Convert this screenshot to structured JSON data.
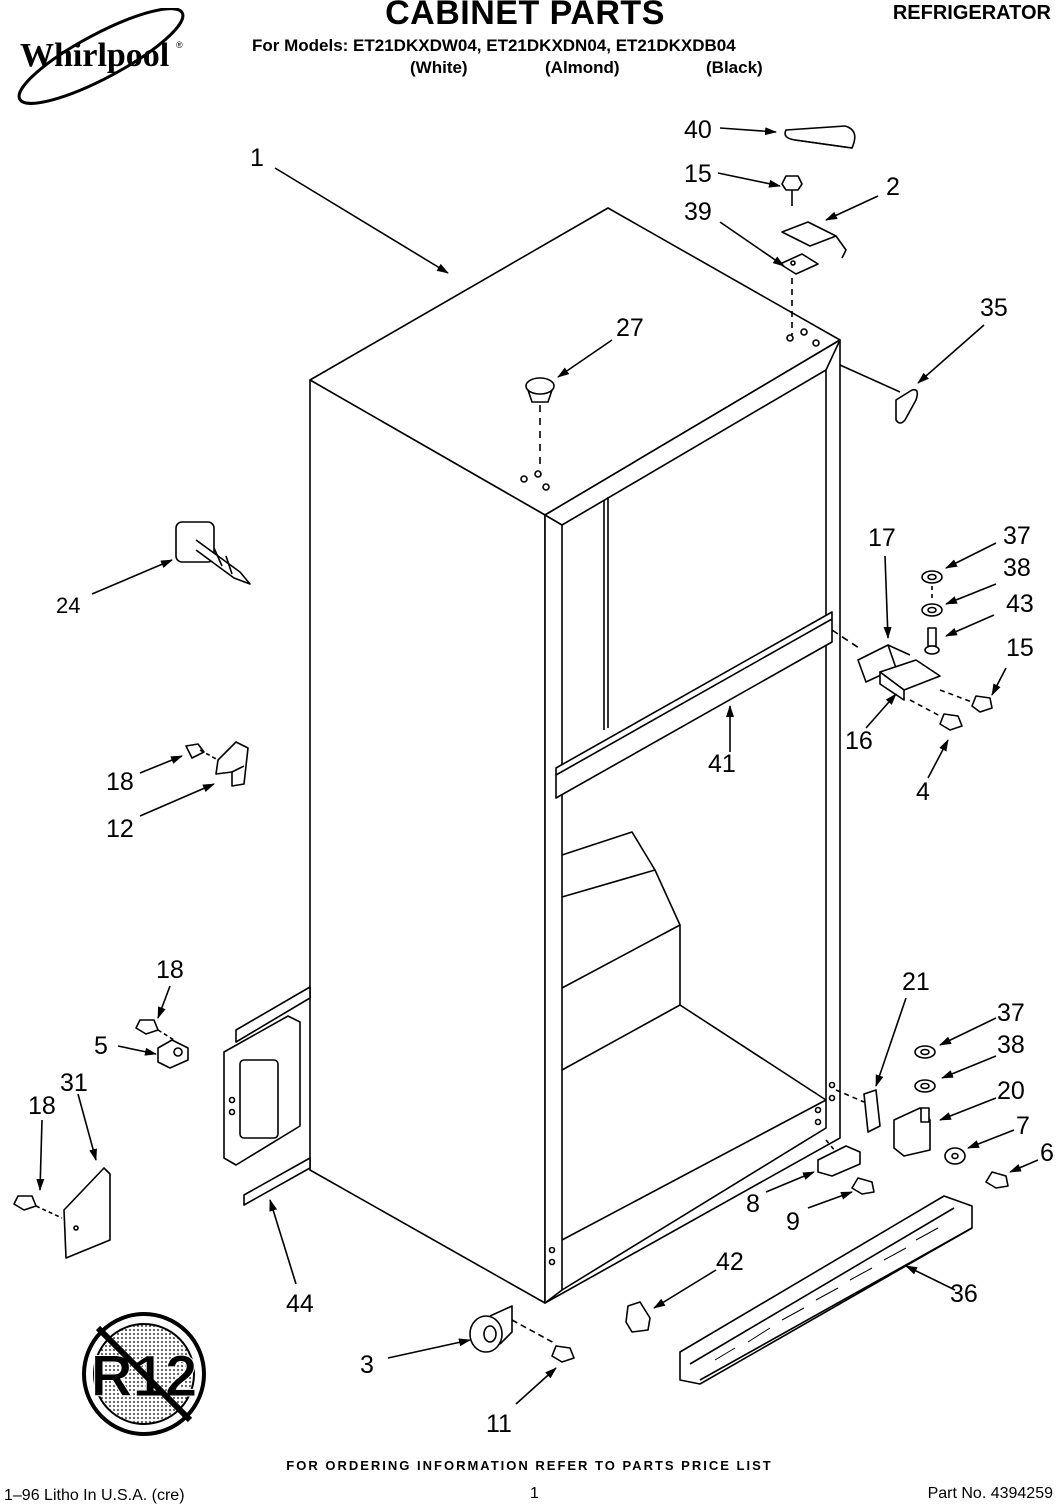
{
  "brand": "Whirlpool",
  "header": {
    "title": "CABINET PARTS",
    "product": "REFRIGERATOR",
    "models_line": "For Models: ET21DKXDW04, ET21DKXDN04, ET21DKXDB04",
    "variants": [
      "(White)",
      "(Almond)",
      "(Black)"
    ]
  },
  "callouts": {
    "c40": "40",
    "c15a": "15",
    "c2": "2",
    "c39": "39",
    "c1": "1",
    "c35": "35",
    "c27": "27",
    "c17": "17",
    "c37a": "37",
    "c38a": "38",
    "c43": "43",
    "c15b": "15",
    "c24": "24",
    "c16": "16",
    "c41": "41",
    "c4": "4",
    "c18a": "18",
    "c12": "12",
    "c21": "21",
    "c18b": "18",
    "c37b": "37",
    "c5": "5",
    "c38b": "38",
    "c31": "31",
    "c18c": "18",
    "c20": "20",
    "c7": "7",
    "c6": "6",
    "c8": "8",
    "c9": "9",
    "c42": "42",
    "c36": "36",
    "c44": "44",
    "c3": "3",
    "c11": "11"
  },
  "badge": "R12",
  "footer": {
    "note": "FOR ORDERING INFORMATION REFER TO PARTS PRICE LIST",
    "left": "1–96 Litho In U.S.A. (cre)",
    "page": "1",
    "right": "Part No. 4394259"
  }
}
